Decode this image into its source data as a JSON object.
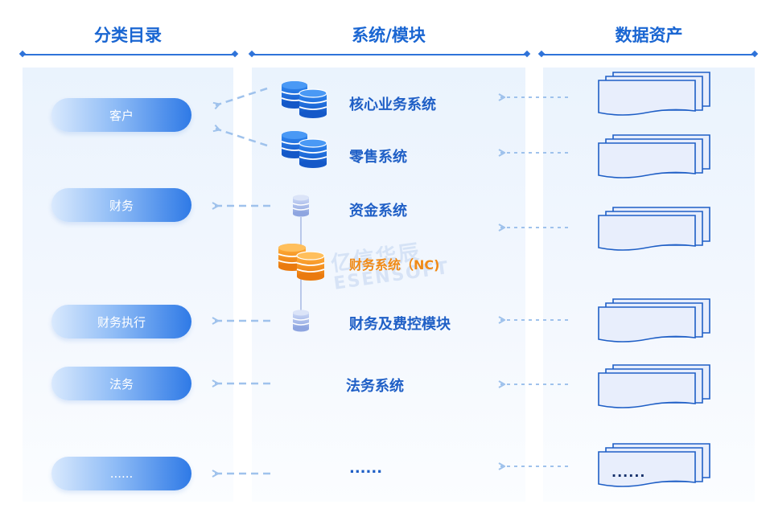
{
  "headers": {
    "category": "分类目录",
    "system": "系统/模块",
    "asset": "数据资产"
  },
  "categories": [
    "客户",
    "财务",
    "财务执行",
    "法务",
    "......"
  ],
  "systems": [
    "核心业务系统",
    "零售系统",
    "资金系统",
    "财务系统（NC)",
    "财务及费控模块",
    "法务系统",
    "......"
  ],
  "asset_more": "......",
  "watermark": {
    "line1": "亿信华辰",
    "line2": "ESENSOFT"
  },
  "colors": {
    "primary": "#1a66d2",
    "highlight": "#f08a16",
    "dashed_arrow": "#9fc2ec"
  }
}
